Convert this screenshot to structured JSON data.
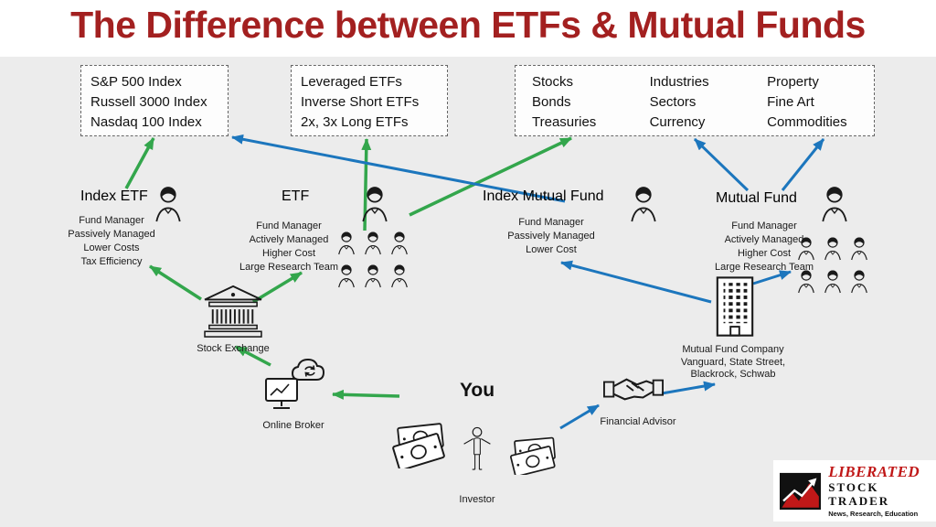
{
  "title": "The Difference between ETFs & Mutual Funds",
  "boxes": {
    "indexes": {
      "lines": [
        "S&P 500 Index",
        "Russell 3000 Index",
        "Nasdaq 100 Index"
      ]
    },
    "leveraged": {
      "lines": [
        "Leveraged ETFs",
        "Inverse Short ETFs",
        "2x, 3x Long ETFs"
      ]
    },
    "assets": {
      "columns": [
        [
          "Stocks",
          "Bonds",
          "Treasuries"
        ],
        [
          "Industries",
          "Sectors",
          "Currency"
        ],
        [
          "Property",
          "Fine Art",
          "Commodities"
        ]
      ]
    }
  },
  "funds": {
    "index_etf": {
      "label": "Index ETF",
      "details": [
        "Fund Manager",
        "Passively Managed",
        "Lower Costs",
        "Tax Efficiency"
      ]
    },
    "etf": {
      "label": "ETF",
      "details": [
        "Fund Manager",
        "Actively Managed",
        "Higher Cost",
        "Large Research Team"
      ]
    },
    "index_mutual_fund": {
      "label": "Index Mutual Fund",
      "details": [
        "Fund Manager",
        "Passively Managed",
        "Lower Cost"
      ]
    },
    "mutual_fund": {
      "label": "Mutual Fund",
      "details": [
        "Fund Manager",
        "Actively Managed",
        "Higher Cost",
        "Large Research Team"
      ]
    }
  },
  "nodes": {
    "stock_exchange": "Stock Exchange",
    "online_broker": "Online Broker",
    "you": "You",
    "investor": "Investor",
    "financial_advisor": "Financial Advisor",
    "mutual_fund_company": [
      "Mutual Fund Company",
      "Vanguard, State Street,",
      "Blackrock, Schwab"
    ]
  },
  "logo": {
    "name_top": "LIBERATED",
    "name_bottom": "STOCK TRADER",
    "tagline": "News, Research, Education"
  },
  "colors": {
    "title_red": "#A32020",
    "etf_flow_green": "#33A64C",
    "mutual_fund_flow_blue": "#1C76BD",
    "background_gray": "#ECECEC",
    "logo_red": "#C01818"
  }
}
